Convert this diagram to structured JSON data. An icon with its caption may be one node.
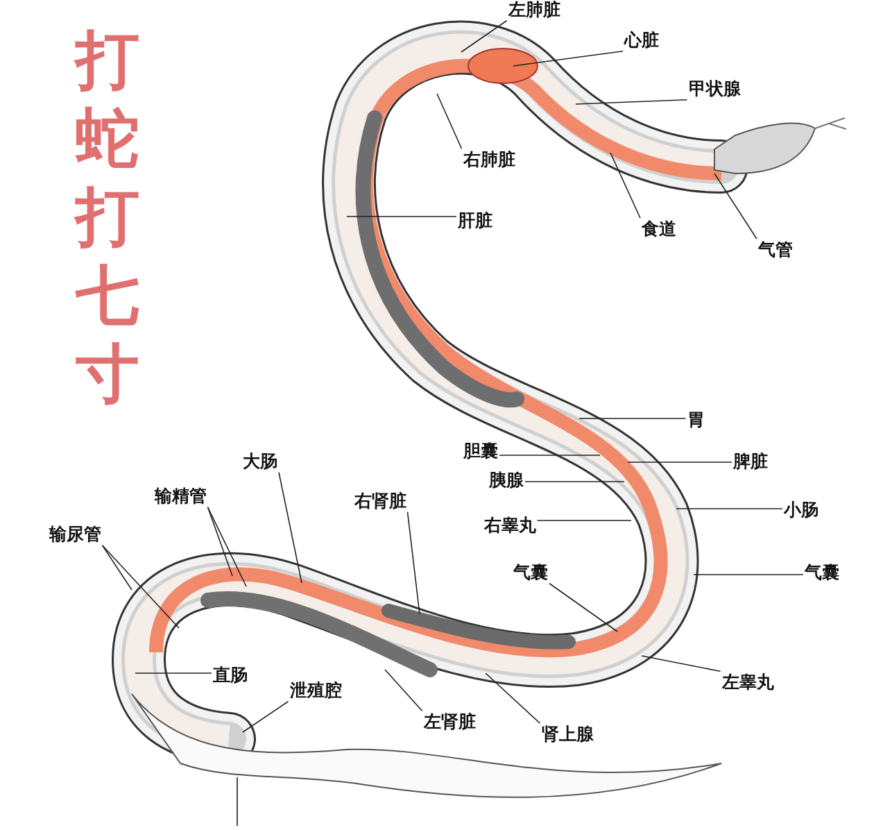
{
  "diagram": {
    "title": "打蛇打七寸",
    "nodes": [
      {
        "text": [
          "左肺脏"
        ]
      },
      {
        "text": [
          "心脏"
        ]
      },
      {
        "text": [
          "甲状腺"
        ]
      },
      {
        "text": [
          "右肺脏"
        ]
      },
      {
        "text": [
          "肝脏"
        ]
      },
      {
        "text": [
          "食道"
        ]
      },
      {
        "text": [
          "气管"
        ]
      },
      {
        "text": [
          "胃"
        ]
      },
      {
        "text": [
          "胆囊"
        ]
      },
      {
        "text": [
          "脾脏"
        ]
      },
      {
        "text": [
          "胰腺"
        ]
      },
      {
        "text": [
          "小肠"
        ]
      },
      {
        "text": [
          "右睾丸"
        ]
      },
      {
        "text": [
          "气囊"
        ]
      },
      {
        "text": [
          "气囊"
        ]
      },
      {
        "text": [
          "大肠"
        ]
      },
      {
        "text": [
          "右肾脏"
        ]
      },
      {
        "text": [
          "输精管"
        ]
      },
      {
        "text": [
          "输尿管"
        ]
      },
      {
        "text": [
          "直肠"
        ]
      },
      {
        "text": [
          "泄殖腔"
        ]
      },
      {
        "text": [
          "左肾脏"
        ]
      },
      {
        "text": [
          "肾上腺"
        ]
      },
      {
        "text": [
          "左睾丸"
        ]
      }
    ],
    "edges": [
      {
        "from": 0,
        "to": null,
        "arrow": "none"
      },
      {
        "from": 1,
        "to": null,
        "arrow": "none"
      },
      {
        "from": 2,
        "to": null,
        "arrow": "none"
      },
      {
        "from": 3,
        "to": null,
        "arrow": "none"
      },
      {
        "from": 4,
        "to": null,
        "arrow": "none"
      },
      {
        "from": 5,
        "to": null,
        "arrow": "none"
      },
      {
        "from": 6,
        "to": null,
        "arrow": "none"
      },
      {
        "from": 7,
        "to": null,
        "arrow": "none"
      },
      {
        "from": 8,
        "to": null,
        "arrow": "none"
      },
      {
        "from": 9,
        "to": null,
        "arrow": "none"
      },
      {
        "from": 10,
        "to": null,
        "arrow": "none"
      },
      {
        "from": 11,
        "to": null,
        "arrow": "none"
      },
      {
        "from": 12,
        "to": null,
        "arrow": "none"
      },
      {
        "from": 13,
        "to": null,
        "arrow": "none"
      },
      {
        "from": 14,
        "to": null,
        "arrow": "none"
      },
      {
        "from": 15,
        "to": null,
        "arrow": "none"
      },
      {
        "from": 16,
        "to": null,
        "arrow": "none"
      },
      {
        "from": 17,
        "to": null,
        "arrow": "none"
      },
      {
        "from": 17,
        "to": null,
        "arrow": "none"
      },
      {
        "from": 18,
        "to": null,
        "arrow": "none"
      },
      {
        "from": 18,
        "to": null,
        "arrow": "none"
      },
      {
        "from": 19,
        "to": null,
        "arrow": "none"
      },
      {
        "from": 20,
        "to": null,
        "arrow": "none"
      },
      {
        "from": 21,
        "to": null,
        "arrow": "none"
      },
      {
        "from": 22,
        "to": null,
        "arrow": "none"
      },
      {
        "from": 23,
        "to": null,
        "arrow": "none"
      }
    ]
  }
}
